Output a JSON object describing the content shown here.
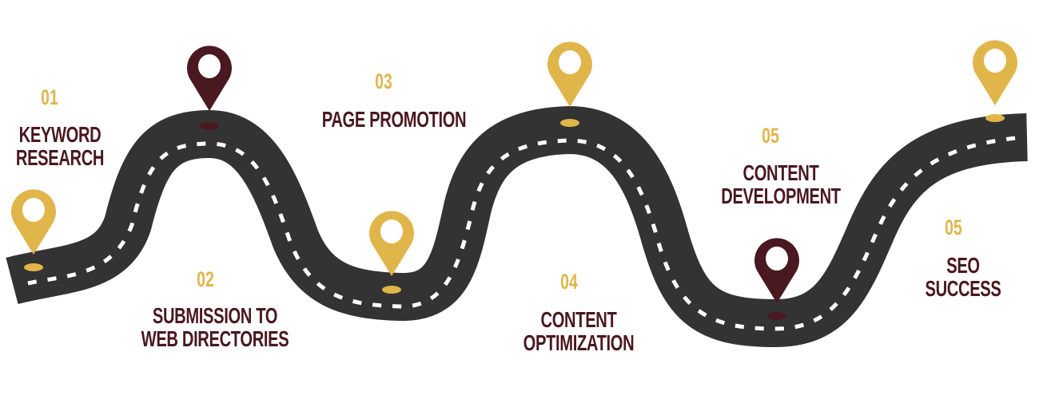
{
  "colors": {
    "road": "#333333",
    "gold": "#E0B54A",
    "maroon": "#4A1820",
    "lane": "#FFFFFF"
  },
  "steps": [
    {
      "number": "01",
      "line1": "KEYWORD",
      "line2": "RESEARCH",
      "pin_color": "gold"
    },
    {
      "number": "02",
      "line1": "SUBMISSION TO",
      "line2": "WEB DIRECTORIES",
      "pin_color": "maroon"
    },
    {
      "number": "03",
      "line1": "PAGE PROMOTION",
      "pin_color": "gold"
    },
    {
      "number": "04",
      "line1": "CONTENT",
      "line2": "OPTIMIZATION",
      "pin_color": "gold"
    },
    {
      "number": "05",
      "line1": "CONTENT",
      "line2": "DEVELOPMENT",
      "pin_color": "maroon"
    },
    {
      "number": "05",
      "line1": "SEO",
      "line2": "SUCCESS",
      "pin_color": "gold"
    }
  ]
}
